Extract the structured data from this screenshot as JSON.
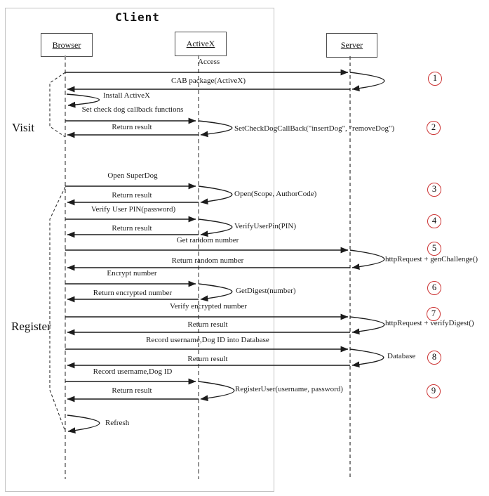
{
  "title": "Client",
  "participants": [
    {
      "name": "Browser"
    },
    {
      "name": "ActiveX"
    },
    {
      "name": "Server"
    }
  ],
  "phases": [
    {
      "label": "Visit"
    },
    {
      "label": "Register"
    }
  ],
  "steps": [
    {
      "n": "1"
    },
    {
      "n": "2"
    },
    {
      "n": "3"
    },
    {
      "n": "4"
    },
    {
      "n": "5"
    },
    {
      "n": "6"
    },
    {
      "n": "7"
    },
    {
      "n": "8"
    },
    {
      "n": "9"
    }
  ],
  "messages": [
    {
      "text": "Access"
    },
    {
      "text": "CAB package(ActiveX)"
    },
    {
      "text": "Install ActiveX"
    },
    {
      "text": "Set check dog callback functions"
    },
    {
      "text": "SetCheckDogCallBack(\"insertDog\", \"removeDog\")"
    },
    {
      "text": "Return result"
    },
    {
      "text": "Open SuperDog"
    },
    {
      "text": "Open(Scope, AuthorCode)"
    },
    {
      "text": "Return result"
    },
    {
      "text": "Verify User PIN(password)"
    },
    {
      "text": "VerifyUserPin(PIN)"
    },
    {
      "text": "Return result"
    },
    {
      "text": "Get random number"
    },
    {
      "text": "httpRequest + genChallenge()"
    },
    {
      "text": "Return random number"
    },
    {
      "text": "Encrypt number"
    },
    {
      "text": "GetDigest(number)"
    },
    {
      "text": "Return encrypted number"
    },
    {
      "text": "Verify encrypted number"
    },
    {
      "text": "httpRequest + verifyDigest()"
    },
    {
      "text": "Return result"
    },
    {
      "text": "Record username,Dog ID into Database"
    },
    {
      "text": "Database"
    },
    {
      "text": "Return result"
    },
    {
      "text": "Record username,Dog ID"
    },
    {
      "text": "RegisterUser(username, password)"
    },
    {
      "text": "Return result"
    },
    {
      "text": "Refresh"
    }
  ],
  "colors": {
    "step_circle": "#cc3333",
    "participant_border": "#4d4d4d",
    "client_border": "#c2c2c2",
    "lifeline": "#929292",
    "message_line": "#1c1c1c",
    "text": "#1a1a1a"
  }
}
